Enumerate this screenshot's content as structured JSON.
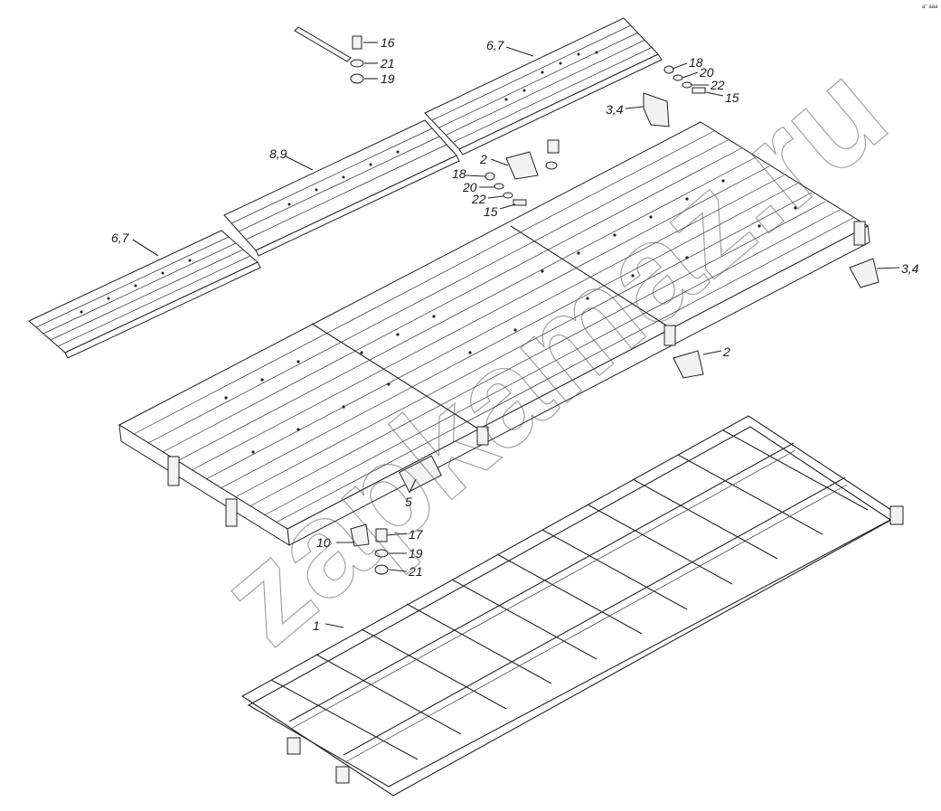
{
  "callouts": [
    {
      "id": "c16",
      "text": "16"
    },
    {
      "id": "c21a",
      "text": "21"
    },
    {
      "id": "c19a",
      "text": "19"
    },
    {
      "id": "c67a",
      "text": "6,7"
    },
    {
      "id": "c18a",
      "text": "18"
    },
    {
      "id": "c20a",
      "text": "20"
    },
    {
      "id": "c22a",
      "text": "22"
    },
    {
      "id": "c15a",
      "text": "15"
    },
    {
      "id": "c34a",
      "text": "3,4"
    },
    {
      "id": "c89",
      "text": "8,9"
    },
    {
      "id": "c2a",
      "text": "2"
    },
    {
      "id": "c18b",
      "text": "18"
    },
    {
      "id": "c20b",
      "text": "20"
    },
    {
      "id": "c22b",
      "text": "22"
    },
    {
      "id": "c15b",
      "text": "15"
    },
    {
      "id": "c67b",
      "text": "6,7"
    },
    {
      "id": "c34b",
      "text": "3,4"
    },
    {
      "id": "c2b",
      "text": "2"
    },
    {
      "id": "c5",
      "text": "5"
    },
    {
      "id": "c10",
      "text": "10"
    },
    {
      "id": "c17",
      "text": "17"
    },
    {
      "id": "c19b",
      "text": "19"
    },
    {
      "id": "c21b",
      "text": "21"
    },
    {
      "id": "c1",
      "text": "1"
    }
  ],
  "watermark": "zapkamaz.ru",
  "corner_mark": "a° aaa"
}
